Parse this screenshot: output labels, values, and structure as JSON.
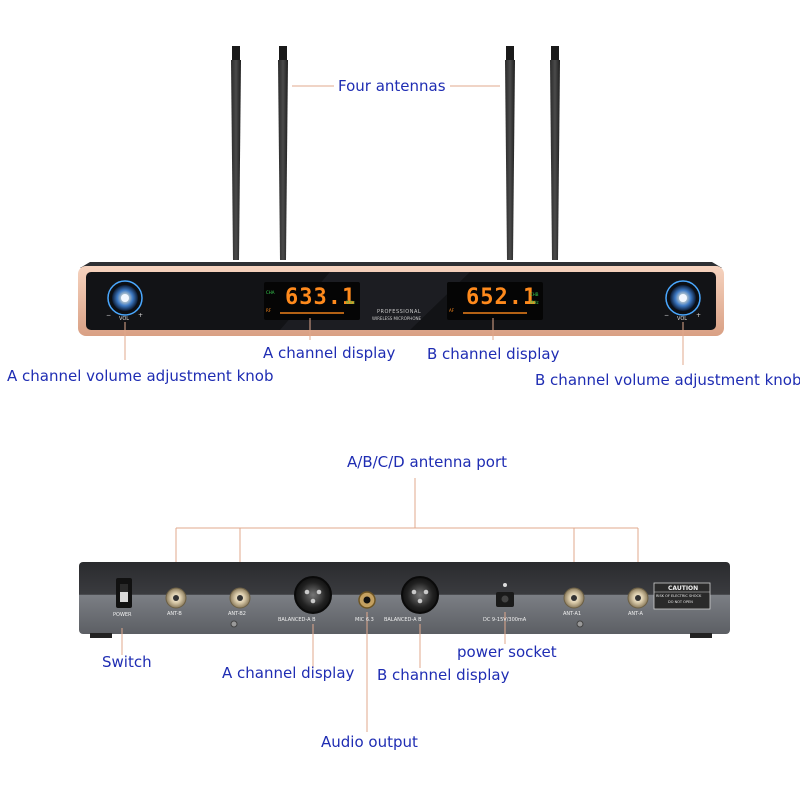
{
  "labels": {
    "four_antennas": "Four antennas",
    "a_display_top": "A channel display",
    "b_display_top": "B channel display",
    "a_knob": "A channel volume adjustment knob",
    "b_knob": "B channel volume adjustment knob",
    "antenna_port": "A/B/C/D antenna port",
    "switch": "Switch",
    "a_display_bottom": "A channel display",
    "b_display_bottom": "B channel display",
    "power_socket": "power socket",
    "audio_output": "Audio output"
  },
  "front_panel": {
    "display_a_value": "633.1",
    "display_b_value": "652.1",
    "center_text_1": "PROFESSIONAL",
    "center_text_2": "WIRELESS MICROPHONE",
    "knob_minus": "−",
    "knob_plus": "+",
    "knob_vol": "VOL",
    "ch_a": "CHA",
    "ch_b": "CHB",
    "mhz": "MHz",
    "rf": "RF",
    "af": "AF"
  },
  "rear_panel": {
    "power": "POWER",
    "ant_b": "ANT-B",
    "ant_b2": "ANT-B2",
    "balanced_a": "BALANCED-A B",
    "mic": "MIC 6.3",
    "balanced_b": "BALANCED-A B",
    "dc": "DC 9-15V/300mA",
    "ant_a1": "ANT-A1",
    "ant_a": "ANT-A",
    "caution_title": "CAUTION",
    "caution_line1": "RISK OF ELECTRIC SHOCK",
    "caution_line2": "DO NOT OPEN"
  },
  "colors": {
    "label_blue": "#1f2db3",
    "leader": "#e0a88c",
    "panel_dark": "#1a1c20",
    "panel_trim": "#e8b79a",
    "display_orange": "#ff8a1c",
    "display_green": "#39d353",
    "knob_blue": "#4aa8ff"
  }
}
